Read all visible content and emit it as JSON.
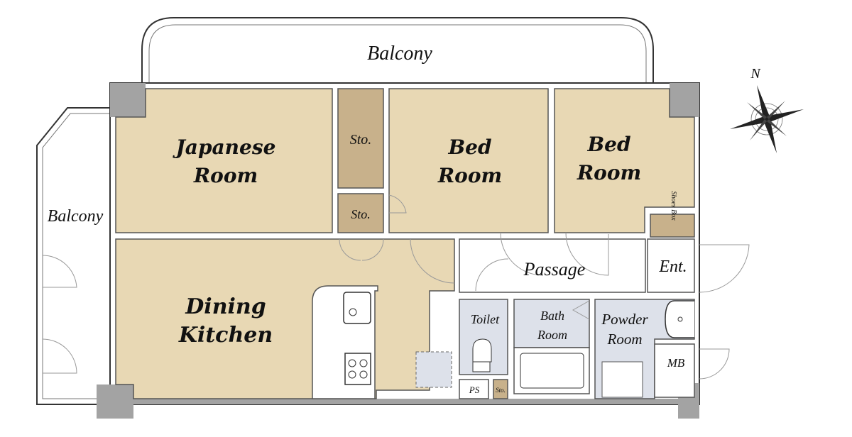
{
  "floorplan": {
    "rooms": {
      "balcony_top": "Balcony",
      "balcony_left": "Balcony",
      "japanese_room": [
        "Japanese",
        "Room"
      ],
      "storage_1": "Sto.",
      "storage_2": "Sto.",
      "bed_room_1": [
        "Bed",
        "Room"
      ],
      "bed_room_2": [
        "Bed",
        "Room"
      ],
      "dining_kitchen": [
        "Dining",
        "Kitchen"
      ],
      "passage": "Passage",
      "entrance": "Ent.",
      "shoes_box": "Shoes Box",
      "toilet": "Toilet",
      "bath_room": [
        "Bath",
        "Room"
      ],
      "powder_room": [
        "Powder",
        "Room"
      ],
      "ps": "PS",
      "storage_3": "Sto.",
      "mb": "MB"
    },
    "compass": {
      "north_label": "N"
    },
    "colors": {
      "room_tan": "#e8d8b4",
      "storage_tan": "#c8b18b",
      "wet_area": "#dde1ea",
      "wall_gray": "#a3a3a3"
    }
  }
}
